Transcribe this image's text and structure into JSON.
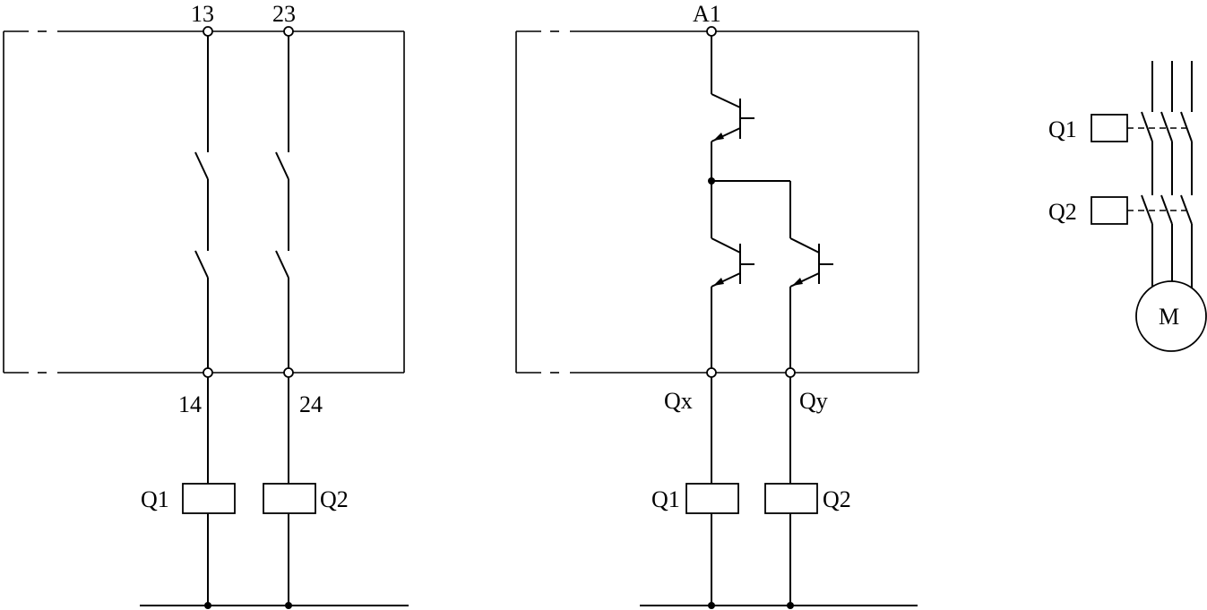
{
  "relay_block": {
    "top_terminals": [
      "13",
      "23"
    ],
    "bottom_terminals": [
      "14",
      "24"
    ],
    "coils": [
      "Q1",
      "Q2"
    ]
  },
  "transistor_block": {
    "input_terminal": "A1",
    "outputs": [
      "Qx",
      "Qy"
    ],
    "coils": [
      "Q1",
      "Q2"
    ]
  },
  "motor_circuit": {
    "contactors": [
      "Q1",
      "Q2"
    ],
    "motor": "M"
  }
}
